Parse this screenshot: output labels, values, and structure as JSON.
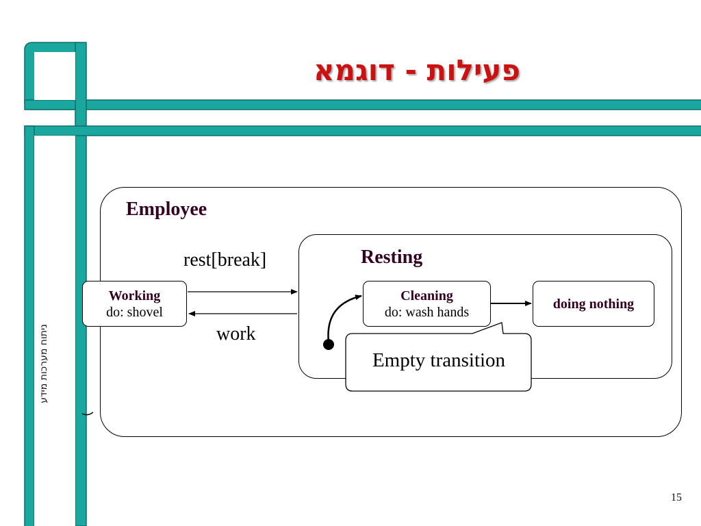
{
  "slide": {
    "title": "פעילות - דוגמא",
    "side_label": "ניתוח מערכות מידע",
    "page_number": "15",
    "colors": {
      "frame_teal": "#1aa7a0",
      "title_red": "#cc1111",
      "state_name": "#330022"
    }
  },
  "diagram": {
    "super_state": {
      "name": "Employee"
    },
    "working": {
      "name": "Working",
      "activity": "do: shovel"
    },
    "resting": {
      "name": "Resting"
    },
    "cleaning": {
      "name": "Cleaning",
      "activity": "do: wash hands"
    },
    "doing_nothing": {
      "name": "doing nothing"
    },
    "transitions": {
      "to_resting": "rest[break]",
      "to_working": "work"
    },
    "callout": {
      "text": "Empty transition"
    }
  }
}
